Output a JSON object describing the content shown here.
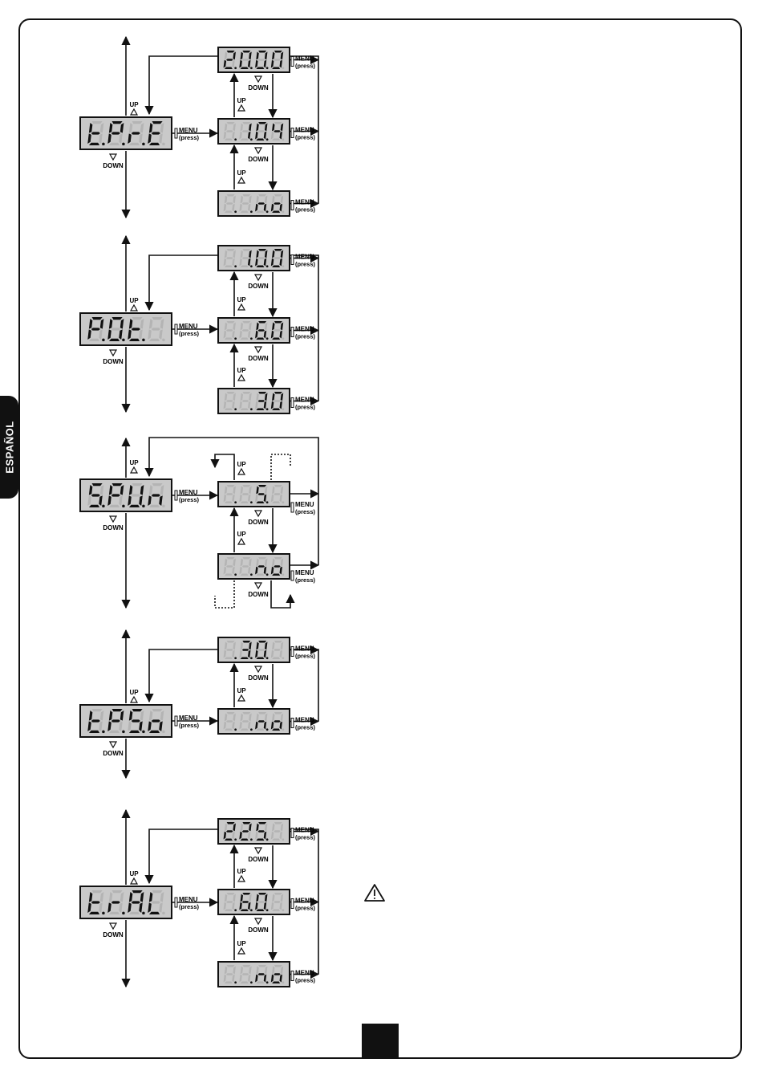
{
  "side_tab": {
    "text": "ESPAÑOL"
  },
  "labels": {
    "up": "UP",
    "down": "DOWN",
    "menu": "MENU",
    "press": "(press)"
  },
  "sections": [
    {
      "id": "tpre",
      "main_display": "t.P.r.E",
      "options": [
        {
          "display": "2.0.0.0"
        },
        {
          "display": "8.1.0.4"
        },
        {
          "display": "8.8.n.o"
        }
      ]
    },
    {
      "id": "pot",
      "main_display": "P.O.t.8",
      "options": [
        {
          "display": "8.1.0.0"
        },
        {
          "display": "8.8.6.0"
        },
        {
          "display": "8.8.3.0"
        }
      ]
    },
    {
      "id": "spun",
      "main_display": "S.P.U.n",
      "options": [
        {
          "display": "8.8.S.8"
        },
        {
          "display": "8.8.n.o"
        }
      ]
    },
    {
      "id": "tpso",
      "main_display": "t.P.S.o",
      "options": [
        {
          "display": "8.3.0.8"
        },
        {
          "display": "8.8.n.o"
        }
      ]
    },
    {
      "id": "tral",
      "main_display": "t.r.A.L",
      "options": [
        {
          "display": "2.2.5.8"
        },
        {
          "display": "8.6.0.8"
        },
        {
          "display": "8.8.n.o"
        }
      ]
    }
  ],
  "warning_icon": "warning-triangle-icon",
  "colors": {
    "display_bg": "#c9c9c9",
    "segment_on": "#111111",
    "segment_off": "#b4b4b4",
    "line": "#111111"
  }
}
